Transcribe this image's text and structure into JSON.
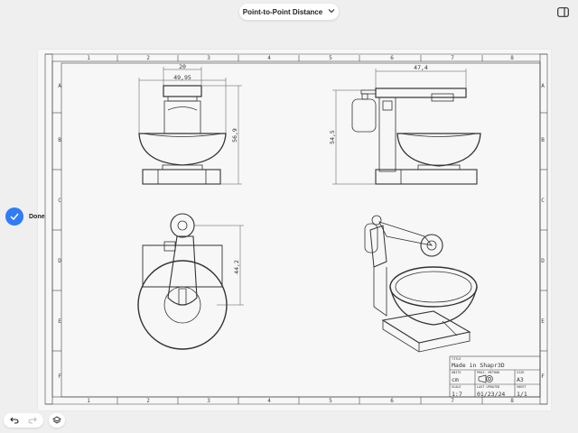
{
  "toolbar": {
    "measure_mode": "Point-to-Point Distance"
  },
  "actions": {
    "done_label": "Done"
  },
  "sheet": {
    "col_labels": [
      "1",
      "2",
      "3",
      "4",
      "5",
      "6",
      "7",
      "8"
    ],
    "row_labels": [
      "A",
      "B",
      "C",
      "D",
      "E",
      "F"
    ],
    "dimensions": {
      "front_top_width": "20",
      "front_inner_width": "49,95",
      "front_height": "56,9",
      "side_top_width": "47,4",
      "side_height": "54,5",
      "top_view_height": "44,2"
    },
    "title_block": {
      "title_caption": "TITLE",
      "title_value": "Made in Shapr3D",
      "units_caption": "UNITS",
      "units_value": "cm",
      "proj_caption": "PROJ. METHOD",
      "size_caption": "SIZE",
      "size_value": "A3",
      "scale_caption": "SCALE",
      "scale_value": "1:7",
      "updated_caption": "LAST UPDATED",
      "updated_value": "01/23/24",
      "sheet_caption": "SHEET",
      "sheet_value": "1/1"
    }
  },
  "icons": {
    "split": "split-view-icon",
    "check": "checkmark-icon",
    "undo": "undo-icon",
    "redo": "redo-icon",
    "layers": "layers-icon"
  },
  "colors": {
    "accent": "#2f7cf6",
    "ink": "#333333",
    "sheet": "#f7f7f7",
    "canvas": "#efefef"
  }
}
